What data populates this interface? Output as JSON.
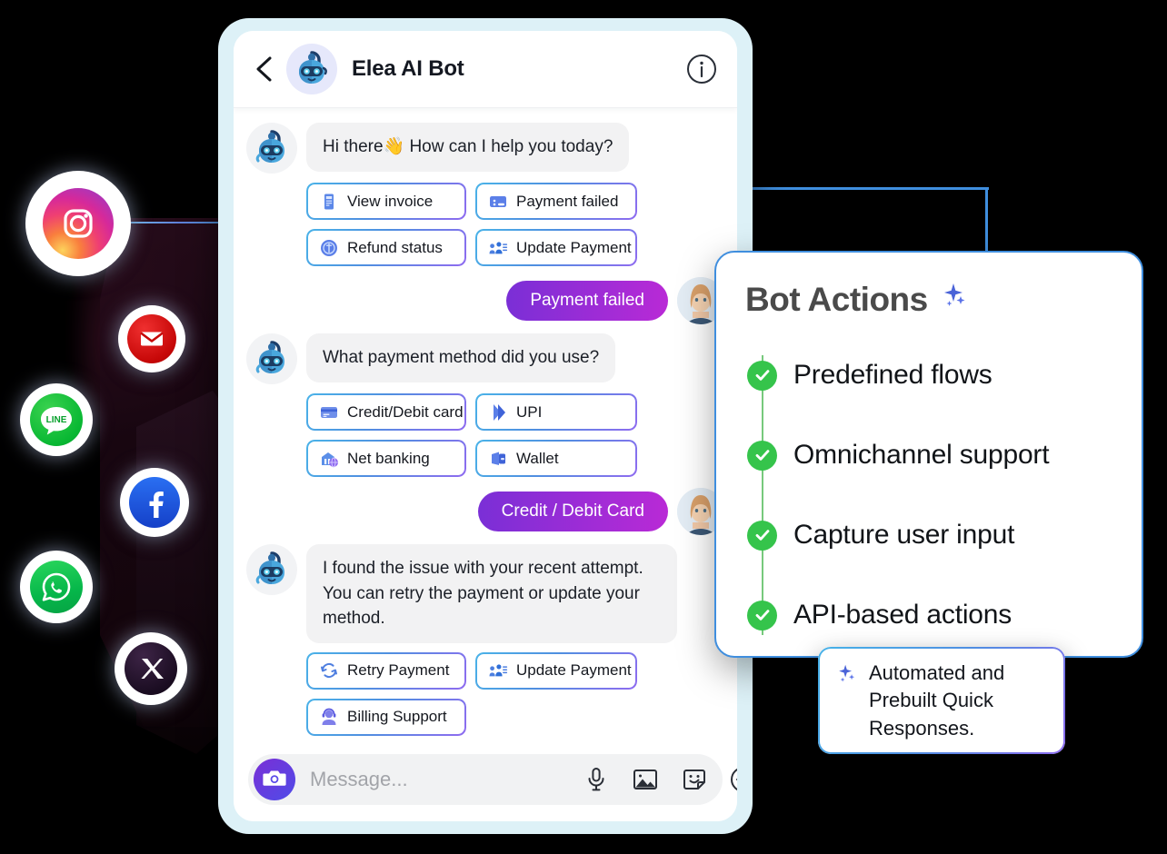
{
  "header": {
    "title": "Elea AI Bot",
    "back_icon": "chevron-left-icon",
    "avatar_icon": "bot-avatar",
    "info_icon": "info-circle-icon"
  },
  "chat": {
    "messages": [
      {
        "from": "bot",
        "text": "Hi there👋 How can I help you today?"
      },
      {
        "from": "user",
        "text": "Payment failed"
      },
      {
        "from": "bot",
        "text": "What payment method did you use?"
      },
      {
        "from": "user",
        "text": "Credit / Debit Card"
      },
      {
        "from": "bot",
        "text": "I found the issue with your recent attempt. You can retry the payment or update your method."
      }
    ],
    "quick_replies_1": [
      {
        "label": "View invoice",
        "icon": "invoice-icon"
      },
      {
        "label": "Payment failed",
        "icon": "card-error-icon"
      },
      {
        "label": "Refund status",
        "icon": "refund-coin-icon"
      },
      {
        "label": "Update Payment",
        "icon": "update-user-icon"
      }
    ],
    "quick_replies_2": [
      {
        "label": "Credit/Debit card",
        "icon": "credit-card-icon"
      },
      {
        "label": "UPI",
        "icon": "upi-icon"
      },
      {
        "label": "Net banking",
        "icon": "net-banking-icon"
      },
      {
        "label": "Wallet",
        "icon": "wallet-icon"
      }
    ],
    "quick_replies_3": [
      {
        "label": "Retry Payment",
        "icon": "retry-refresh-icon"
      },
      {
        "label": "Update Payment",
        "icon": "update-user-icon"
      },
      {
        "label": "Billing Support",
        "icon": "support-agent-icon"
      }
    ]
  },
  "composer": {
    "camera_icon": "camera-icon",
    "placeholder": "Message...",
    "value": "",
    "icons": [
      {
        "name": "microphone-icon"
      },
      {
        "name": "image-icon"
      },
      {
        "name": "sticker-icon"
      },
      {
        "name": "plus-circle-icon"
      }
    ]
  },
  "bot_actions": {
    "title": "Bot Actions",
    "title_icon": "sparkles-icon",
    "items": [
      {
        "label": "Predefined flows"
      },
      {
        "label": "Omnichannel support"
      },
      {
        "label": "Capture user input"
      },
      {
        "label": "API-based actions"
      }
    ]
  },
  "tooltip": {
    "icon": "sparkles-icon",
    "text": "Automated and Prebuilt Quick Responses."
  },
  "social_icons": [
    {
      "name": "instagram-icon",
      "label": "Instagram"
    },
    {
      "name": "email-icon",
      "label": "Email"
    },
    {
      "name": "line-icon",
      "label": "LINE"
    },
    {
      "name": "facebook-icon",
      "label": "Facebook"
    },
    {
      "name": "whatsapp-icon",
      "label": "WhatsApp"
    },
    {
      "name": "x-twitter-icon",
      "label": "X"
    }
  ],
  "colors": {
    "background": "#000000",
    "phone_frame": "#ddf1f7",
    "user_bubble_start": "#7a2fd6",
    "user_bubble_end": "#b92ad6",
    "bot_bubble": "#f2f2f3",
    "accent_blue": "#3f8ede",
    "check_green": "#35c44b",
    "quick_reply_border_start": "#4ab3e8",
    "quick_reply_border_end": "#8f6bf0"
  }
}
